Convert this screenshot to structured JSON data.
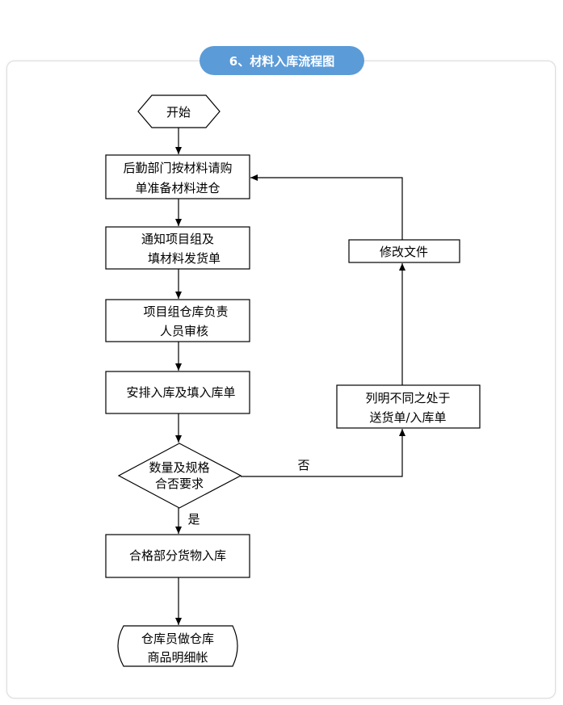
{
  "header": {
    "title": "6、材料入库流程图"
  },
  "flow": {
    "start": "开始",
    "step1": {
      "line1": "后勤部门按材料请购",
      "line2": "单准备材料进仓"
    },
    "step2": {
      "line1": "通知项目组及",
      "line2": "填材料发货单"
    },
    "step3": {
      "line1": "项目组仓库负责",
      "line2": "人员审核"
    },
    "step4": "安排入库及填入库单",
    "decision": {
      "line1": "数量及规格",
      "line2": "合否要求"
    },
    "label_no": "否",
    "label_yes": "是",
    "step5": "合格部分货物入库",
    "end": {
      "line1": "仓库员做仓库",
      "line2": "商品明细帐"
    },
    "side1": {
      "line1": "列明不同之处于",
      "line2": "送货单/入库单"
    },
    "side2": "修改文件"
  }
}
